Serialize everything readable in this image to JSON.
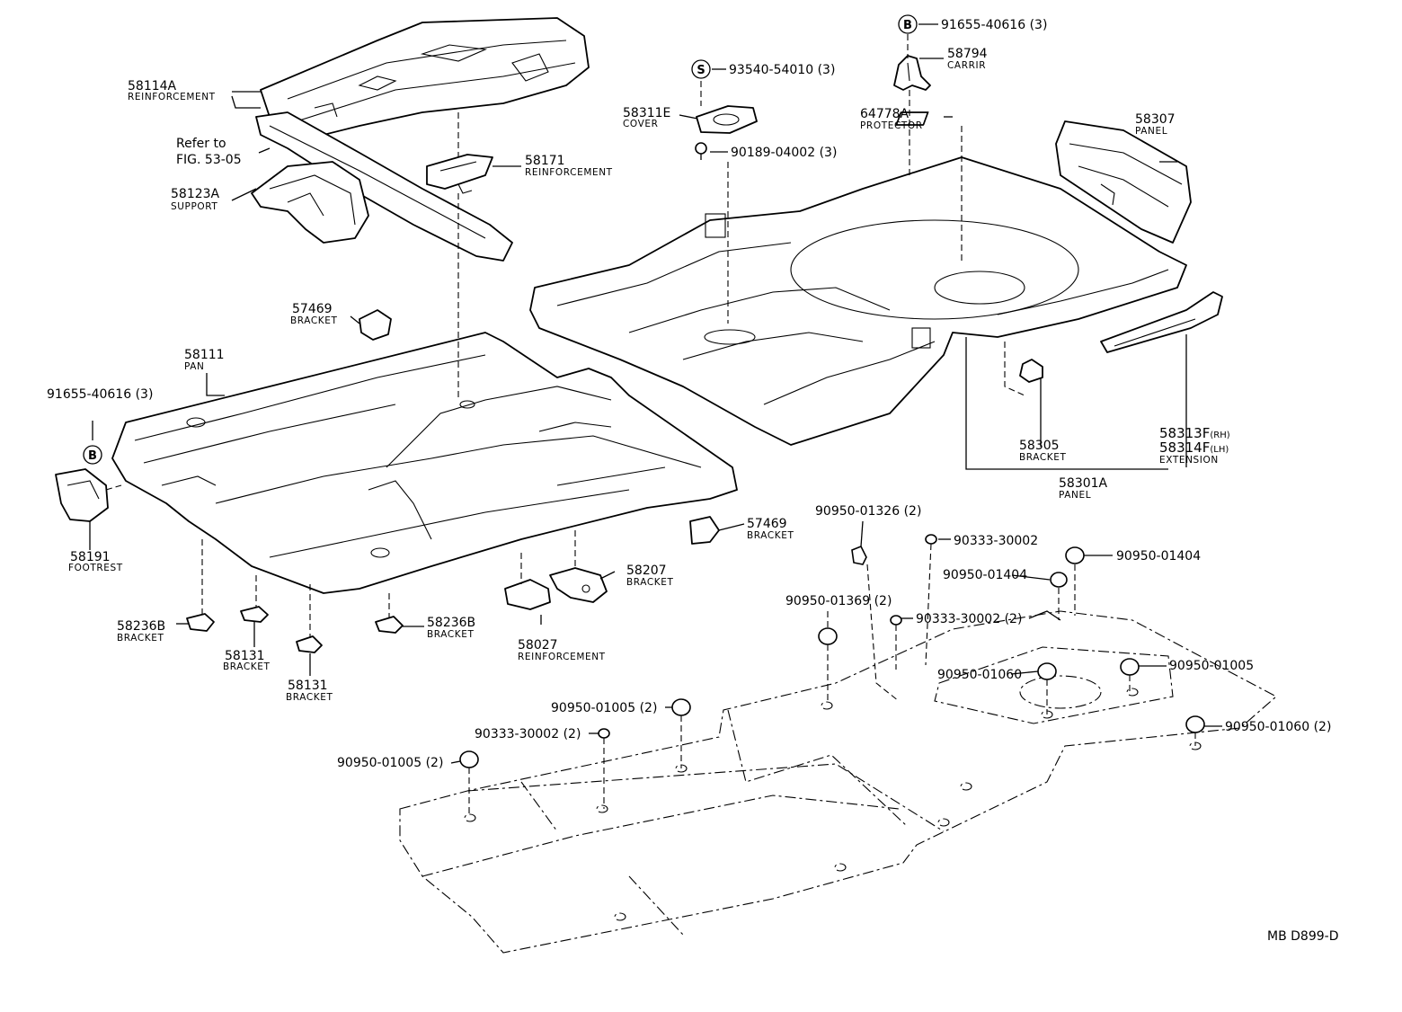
{
  "callouts": {
    "c58114a": {
      "pn": "58114A",
      "name": "REINFORCEMENT"
    },
    "c_refer": {
      "line1": "Refer to",
      "line2": "FIG. 53-05"
    },
    "c58123a": {
      "pn": "58123A",
      "name": "SUPPORT"
    },
    "c58171": {
      "pn": "58171",
      "name": "REINFORCEMENT"
    },
    "c93540": {
      "symbol": "S",
      "pn": "93540-54010 (3)"
    },
    "c58311e": {
      "pn": "58311E",
      "name": "COVER"
    },
    "c90189": {
      "pn": "90189-04002 (3)"
    },
    "c91655_top": {
      "symbol": "B",
      "pn": "91655-40616 (3)"
    },
    "c58794": {
      "pn": "58794",
      "name": "CARRIR"
    },
    "c64778a": {
      "pn": "64778A",
      "name": "PROTECTOR"
    },
    "c58307": {
      "pn": "58307",
      "name": "PANEL"
    },
    "c57469_a": {
      "pn": "57469",
      "name": "BRACKET"
    },
    "c58111": {
      "pn": "58111",
      "name": "PAN"
    },
    "c91655_left": {
      "pn": "91655-40616 (3)",
      "symbol": "B"
    },
    "c58191": {
      "pn": "58191",
      "name": "FOOTREST"
    },
    "c58305": {
      "pn": "58305",
      "name": "BRACKET"
    },
    "c58313": {
      "pn1": "58313F",
      "suffix1": "(RH)",
      "pn2": "58314F",
      "suffix2": "(LH)",
      "name": "EXTENSION"
    },
    "c58301a": {
      "pn": "58301A",
      "name": "PANEL"
    },
    "c57469_b": {
      "pn": "57469",
      "name": "BRACKET"
    },
    "c58207": {
      "pn": "58207",
      "name": "BRACKET"
    },
    "c58027": {
      "pn": "58027",
      "name": "REINFORCEMENT"
    },
    "c58236b_a": {
      "pn": "58236B",
      "name": "BRACKET"
    },
    "c58236b_b": {
      "pn": "58236B",
      "name": "BRACKET"
    },
    "c58131_a": {
      "pn": "58131",
      "name": "BRACKET"
    },
    "c58131_b": {
      "pn": "58131",
      "name": "BRACKET"
    },
    "c90950_01326": {
      "pn": "90950-01326 (2)"
    },
    "c90333_a": {
      "pn": "90333-30002"
    },
    "c90950_01404_a": {
      "pn": "90950-01404"
    },
    "c90950_01404_b": {
      "pn": "90950-01404"
    },
    "c90950_01369": {
      "pn": "90950-01369 (2)"
    },
    "c90333_b": {
      "pn": "90333-30002 (2)"
    },
    "c90950_01060_a": {
      "pn": "90950-01060"
    },
    "c90950_01005_a": {
      "pn": "90950-01005"
    },
    "c90950_01060_b": {
      "pn": "90950-01060 (2)"
    },
    "c90950_01005_b": {
      "pn": "90950-01005 (2)"
    },
    "c90333_c": {
      "pn": "90333-30002 (2)"
    },
    "c90950_01005_c": {
      "pn": "90950-01005 (2)"
    }
  },
  "figure_code": "MB D899-D"
}
